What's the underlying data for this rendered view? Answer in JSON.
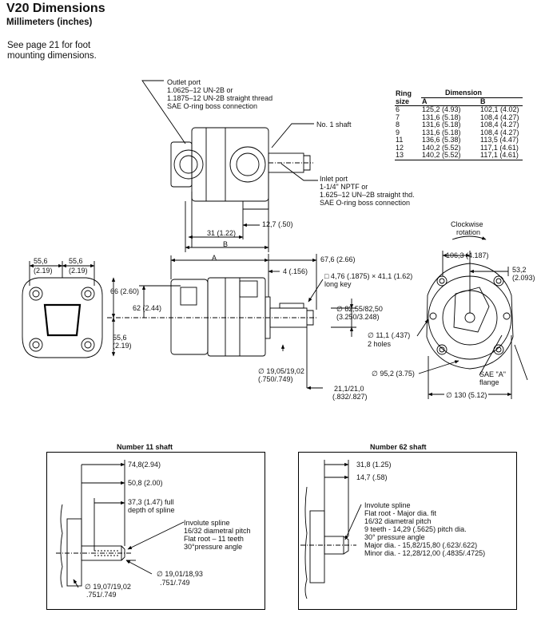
{
  "header": {
    "title": "V20 Dimensions",
    "subtitle": "Millimeters (inches)",
    "note": "See page 21 for foot mounting dimensions."
  },
  "ring_table": {
    "col_ring": "Ring size",
    "col_dimension": "Dimension",
    "col_a": "A",
    "col_b": "B",
    "rows": [
      {
        "ring": "6",
        "a": "125,2 (4.93)",
        "b": "102,1 (4.02)"
      },
      {
        "ring": "7",
        "a": "131,6 (5.18)",
        "b": "108,4 (4.27)"
      },
      {
        "ring": "8",
        "a": "131,6 (5.18)",
        "b": "108,4 (4.27)"
      },
      {
        "ring": "9",
        "a": "131,6 (5.18)",
        "b": "108,4 (4.27)"
      },
      {
        "ring": "11",
        "a": "136,6 (5.38)",
        "b": "113,5 (4.47)"
      },
      {
        "ring": "12",
        "a": "140,2 (5.52)",
        "b": "117,1 (4.61)"
      },
      {
        "ring": "13",
        "a": "140,2 (5.52)",
        "b": "117,1 (4.61)"
      }
    ]
  },
  "top_view": {
    "outlet_port": [
      "Outlet port",
      "1.0625–12 UN-2B or",
      "1.1875–12 UN-2B straight thread",
      "SAE O-ring boss connection"
    ],
    "no1_shaft": "No. 1 shaft",
    "inlet_port": [
      "Inlet port",
      "1-1/4\" NPTF or",
      "1.625–12 UN–2B straight thd.",
      "SAE O-ring boss connection"
    ],
    "dim_127": "12,7 (.50)",
    "dim_31": "31 (1.22)",
    "dim_b": "B"
  },
  "front_view": {
    "dim_556_left": "55,6",
    "dim_556_left_in": "(2.19)",
    "dim_556_right": "55,6",
    "dim_556_right_in": "(2.19)",
    "dim_a": "A",
    "dim_676": "67,6 (2.66)",
    "dim_4": "4 (.156)",
    "key": "□ 4,76 (.1875) × 41,1 (1.62)",
    "key2": "long key",
    "dim_66": "66 (2.60)",
    "dim_62": "62 (2.44)",
    "dim_556_v": "55,6",
    "dim_556_v_in": "(2.19)",
    "dim_8255": "∅ 82,55/82,50",
    "dim_8255_in": "(3.250/3.248)",
    "dim_1905": "∅ 19,05/19,02",
    "dim_1905_in": "(.750/.749)",
    "dim_211": "21,1/21,0",
    "dim_211_in": "(.832/.827)"
  },
  "end_view": {
    "rotation": "Clockwise",
    "rotation2": "rotation",
    "dim_1063": "106,3 (4.187)",
    "dim_532": "53,2",
    "dim_532_in": "(2.093)",
    "holes": "∅ 11,1 (.437)",
    "holes2": "2 holes",
    "dim_952": "∅ 95,2 (3.75)",
    "sae": "SAE \"A\"",
    "sae2": "flange",
    "dim_130": "∅ 130 (5.12)"
  },
  "shaft11": {
    "title": "Number 11 shaft",
    "dim_748": "74,8(2.94)",
    "dim_508": "50,8 (2.00)",
    "dim_373": "37,3 (1.47) full",
    "dim_373b": "depth of spline",
    "spline": [
      "Involute spline",
      "16/32 diametral pitch",
      "Flat root – 11 teeth",
      "30°pressure angle"
    ],
    "dim_1901": "∅ 19,01/18,93",
    "dim_1901_in": ".751/.749",
    "dim_1907": "∅ 19,07/19,02",
    "dim_1907_in": ".751/.749"
  },
  "shaft62": {
    "title": "Number 62 shaft",
    "dim_318": "31,8 (1.25)",
    "dim_147": "14,7 (.58)",
    "spline": [
      "Involute spline",
      "Flat root - Major dia. fit",
      "16/32 diametral pitch",
      "9 teeth - 14,29 (.5625) pitch dia.",
      "30° pressure angle",
      "Major dia. - 15,82/15,80 (.623/.622)",
      "Minor dia. - 12,28/12,00 (.4835/.4725)"
    ]
  }
}
